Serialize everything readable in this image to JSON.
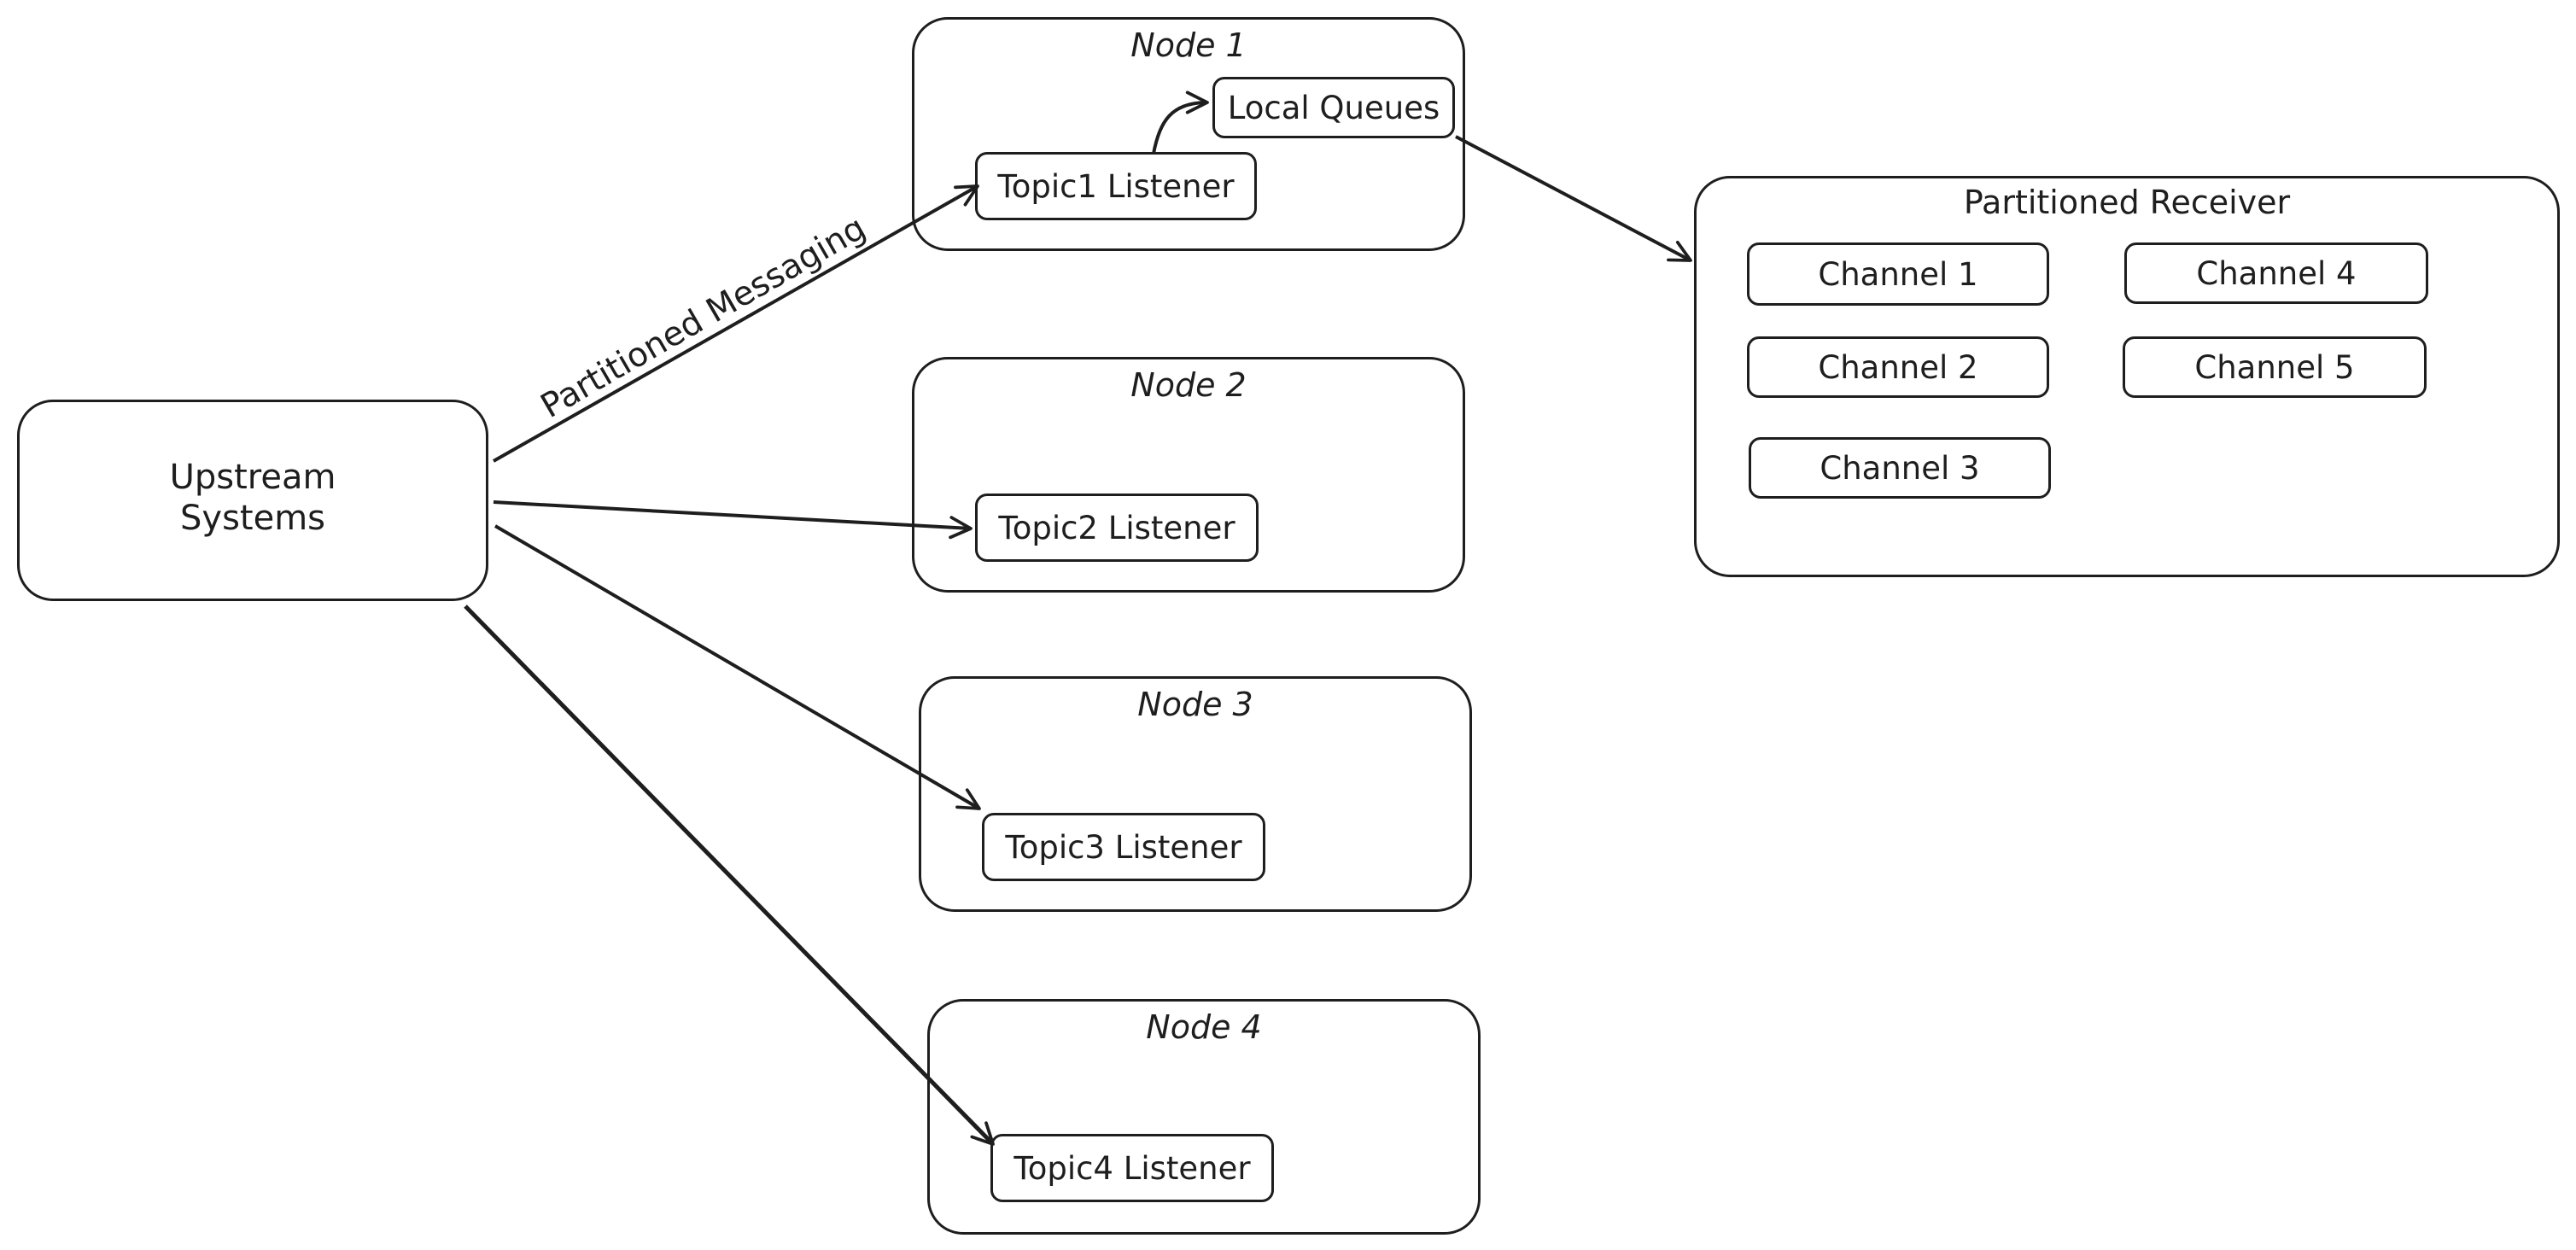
{
  "upstream": {
    "line1": "Upstream",
    "line2": "Systems"
  },
  "edge_label": "Partitioned Messaging",
  "nodes": [
    {
      "title": "Node 1",
      "listener": "Topic1 Listener",
      "queues": "Local Queues"
    },
    {
      "title": "Node 2",
      "listener": "Topic2 Listener"
    },
    {
      "title": "Node 3",
      "listener": "Topic3 Listener"
    },
    {
      "title": "Node 4",
      "listener": "Topic4 Listener"
    }
  ],
  "receiver": {
    "title": "Partitioned Receiver",
    "channels": [
      "Channel 1",
      "Channel 2",
      "Channel 3",
      "Channel 4",
      "Channel 5"
    ]
  },
  "colors": {
    "stroke": "#1e1e1e",
    "background": "#ffffff"
  }
}
